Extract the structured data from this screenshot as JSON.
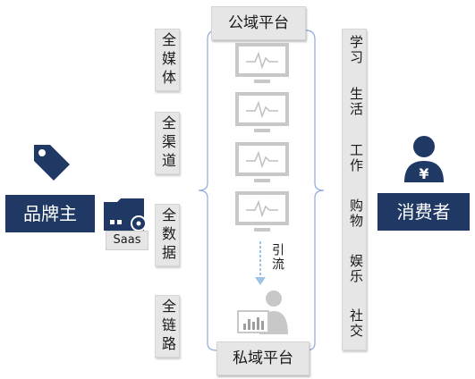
{
  "platforms": {
    "public": "公域平台",
    "private": "私域平台"
  },
  "left_labels": [
    "全媒体",
    "全渠道",
    "全数据",
    "全链路"
  ],
  "right_labels": [
    "学习",
    "生活",
    "工作",
    "购物",
    "娱乐",
    "社交"
  ],
  "brand_owner": "品牌主",
  "consumer": "消费者",
  "saas": "Saas",
  "flow": "引流",
  "colors": {
    "navy": "#1f3864",
    "box_gray": "#e6e6e6",
    "monitor_gray": "#c8c8c8",
    "bracket_blue": "#8faadc"
  },
  "icons": {
    "brand": "price-tag-icon",
    "saas": "folder-gear-icon",
    "consumer": "user-yen-icon",
    "monitor": "monitor-pulse-icon",
    "private": "person-dashboard-icon"
  }
}
